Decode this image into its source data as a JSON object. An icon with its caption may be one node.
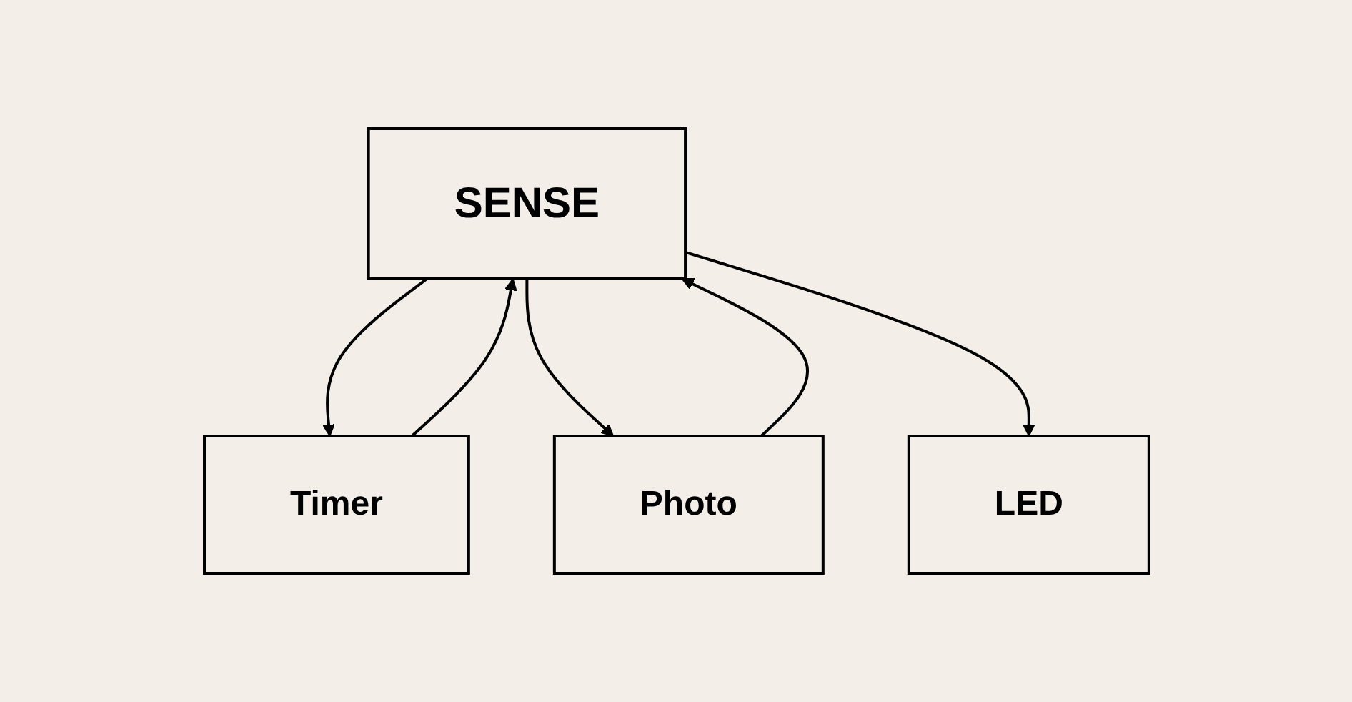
{
  "diagram": {
    "nodes": [
      {
        "text": [
          "SENSE"
        ]
      },
      {
        "text": [
          "Timer"
        ]
      },
      {
        "text": [
          "Photo"
        ]
      },
      {
        "text": [
          "LED"
        ]
      }
    ],
    "edges": [
      {
        "from": 0,
        "to": 1,
        "arrow": "to"
      },
      {
        "from": 1,
        "to": 0,
        "arrow": "to"
      },
      {
        "from": 0,
        "to": 2,
        "arrow": "to"
      },
      {
        "from": 2,
        "to": 0,
        "arrow": "to"
      },
      {
        "from": 0,
        "to": 3,
        "arrow": "to"
      }
    ]
  }
}
